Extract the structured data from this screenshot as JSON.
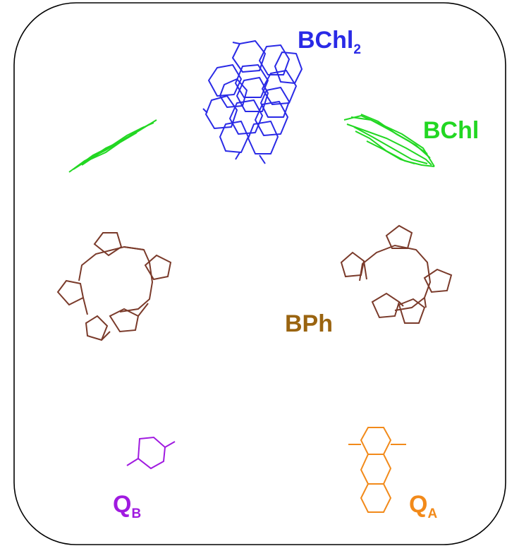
{
  "labels": {
    "bchl2_main": "BChl",
    "bchl2_sub": "2",
    "bchl": "BChl",
    "bph": "BPh",
    "qb_main": "Q",
    "qb_sub": "B",
    "qa_main": "Q",
    "qa_sub": "A"
  },
  "colors": {
    "bchl2": "#2a2ae6",
    "bchl": "#22d722",
    "bph_structure": "#7a3a2a",
    "bph_label": "#9a6410",
    "qb": "#a01ae0",
    "qa": "#f28a1a",
    "frame": "#000000"
  }
}
